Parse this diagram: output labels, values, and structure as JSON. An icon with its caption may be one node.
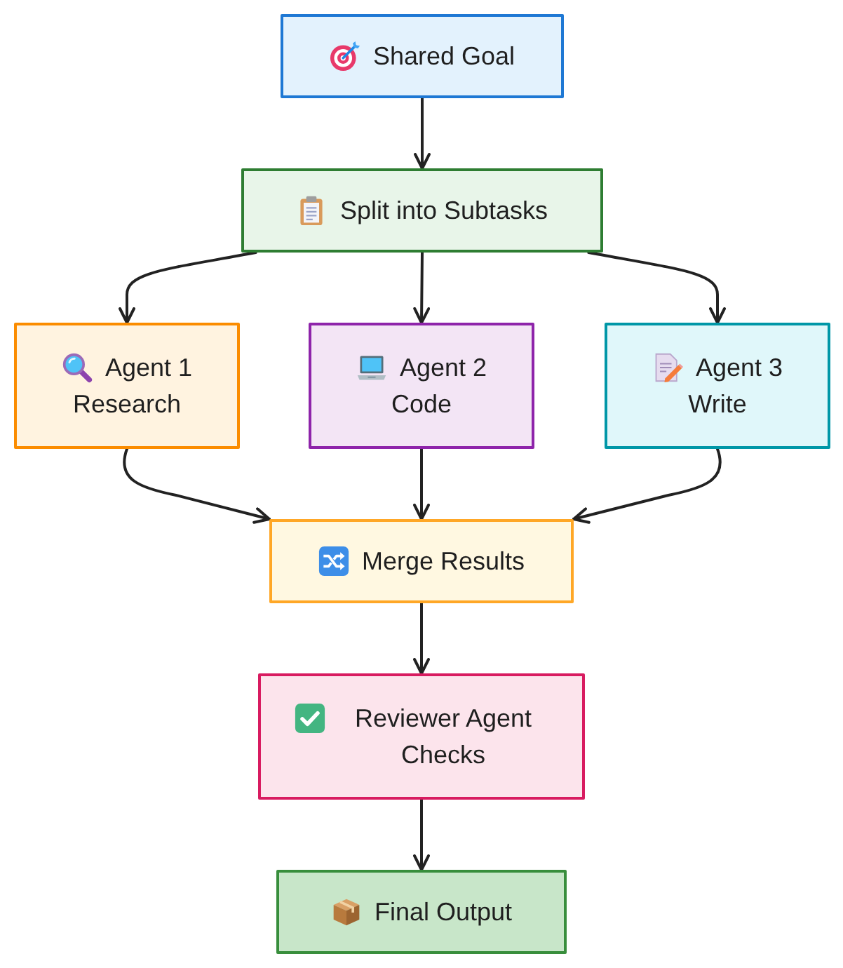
{
  "diagram": {
    "nodes": [
      {
        "text": [
          "Shared Goal"
        ]
      },
      {
        "text": [
          "Split into Subtasks"
        ]
      },
      {
        "text": [
          "Agent 1",
          "Research"
        ]
      },
      {
        "text": [
          "Agent 2",
          "Code"
        ]
      },
      {
        "text": [
          "Agent 3",
          "Write"
        ]
      },
      {
        "text": [
          "Merge Results"
        ]
      },
      {
        "text": [
          "Reviewer Agent Checks"
        ]
      },
      {
        "text": [
          "Final Output"
        ]
      }
    ],
    "edges": [
      {
        "from": 0,
        "to": 1,
        "arrow": "to"
      },
      {
        "from": 1,
        "to": 2,
        "arrow": "to"
      },
      {
        "from": 1,
        "to": 3,
        "arrow": "to"
      },
      {
        "from": 1,
        "to": 4,
        "arrow": "to"
      },
      {
        "from": 2,
        "to": 5,
        "arrow": "to"
      },
      {
        "from": 3,
        "to": 5,
        "arrow": "to"
      },
      {
        "from": 4,
        "to": 5,
        "arrow": "to"
      },
      {
        "from": 5,
        "to": 6,
        "arrow": "to"
      },
      {
        "from": 6,
        "to": 7,
        "arrow": "to"
      }
    ]
  }
}
